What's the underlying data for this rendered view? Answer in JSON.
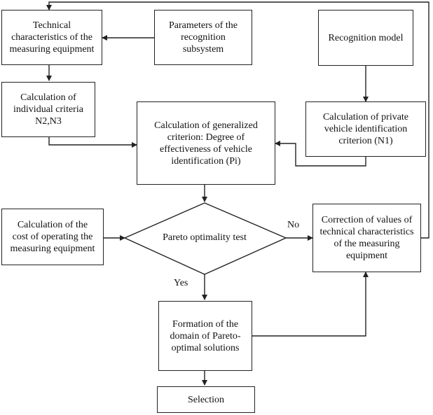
{
  "nodes": {
    "tech": "Technical\ncharacteristics of the\nmeasuring equipment",
    "params": "Parameters of the\nrecognition\nsubsystem",
    "model": "Recognition model",
    "individual": "Calculation of\nindividual criteria\nN2,N3",
    "generalized": "Calculation of generalized\ncriterion: Degree of\neffectiveness of vehicle\nidentification (Pi)",
    "private": "Calculation of private\nvehicle identification\ncriterion (N1)",
    "cost": "Calculation of the\ncost of operating the\nmeasuring equipment",
    "pareto": "Pareto optimality test",
    "correction": "Correction of values of\ntechnical characteristics\nof the measuring\nequipment",
    "domain": "Formation of the\ndomain of Pareto-\noptimal solutions",
    "selection": "Selection"
  },
  "edges": {
    "no": "No",
    "yes": "Yes"
  },
  "colors": {
    "stroke": "#222222",
    "background": "#ffffff"
  }
}
